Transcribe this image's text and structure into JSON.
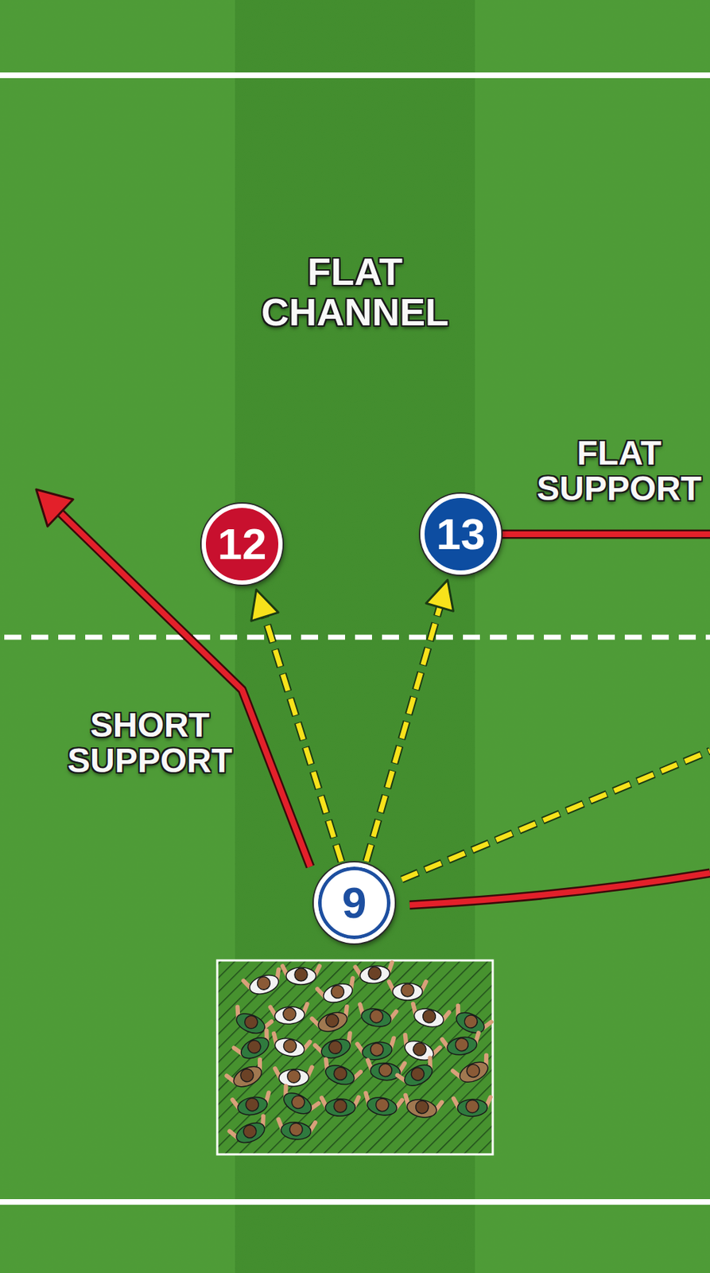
{
  "diagram": {
    "nodes": [
      {
        "text": [
          "12"
        ]
      },
      {
        "text": [
          "13"
        ]
      },
      {
        "text": [
          "9"
        ]
      }
    ],
    "edges": [
      {
        "from": 2,
        "to": 0,
        "arrow": "to"
      },
      {
        "from": 2,
        "to": 1,
        "arrow": "to"
      }
    ],
    "labels": [
      "FLAT CHANNEL",
      "FLAT SUPPORT",
      "SHORT SUPPORT"
    ]
  }
}
